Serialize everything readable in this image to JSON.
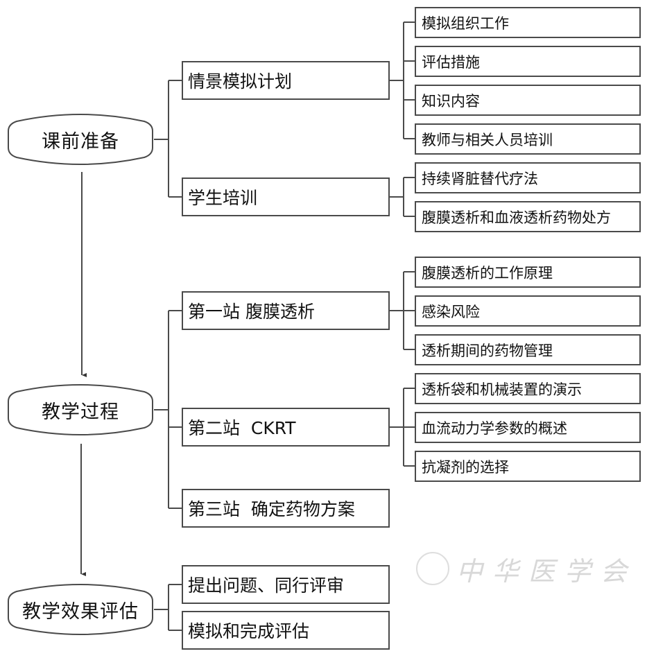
{
  "diagram": {
    "type": "teaching-flow-tree",
    "watermark": "中华医学会",
    "colors": {
      "line": "#4a4a4a",
      "text": "#111111",
      "background": "#ffffff",
      "watermark": "#d8d8d8"
    },
    "stages": [
      {
        "label": "课前准备",
        "children": [
          {
            "label": "情景模拟计划",
            "children": [
              "模拟组织工作",
              "评估措施",
              "知识内容",
              "教师与相关人员培训"
            ]
          },
          {
            "label": "学生培训",
            "children": [
              "持续肾脏替代疗法",
              "腹膜透析和血液透析药物处方"
            ]
          }
        ]
      },
      {
        "label": "教学过程",
        "children": [
          {
            "label": "第一站 腹膜透析",
            "children": [
              "腹膜透析的工作原理",
              "感染风险",
              "透析期间的药物管理"
            ]
          },
          {
            "label": "第二站  CKRT",
            "children": [
              "透析袋和机械装置的演示",
              "血流动力学参数的概述",
              "抗凝剂的选择"
            ]
          },
          {
            "label": "第三站  确定药物方案",
            "children": []
          }
        ]
      },
      {
        "label": "教学效果评估",
        "children": [
          {
            "label": "提出问题、同行评审",
            "children": []
          },
          {
            "label": "模拟和完成评估",
            "children": []
          }
        ]
      }
    ]
  }
}
